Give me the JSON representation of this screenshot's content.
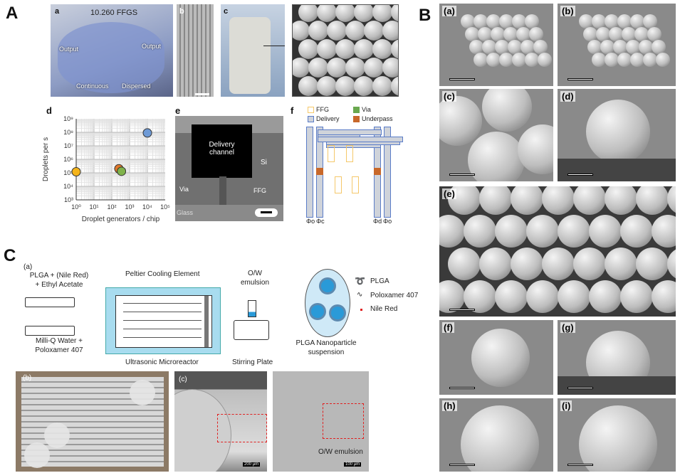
{
  "panelA": {
    "label": "A",
    "a": {
      "label": "a",
      "title": "10.260 FFGS",
      "ports": [
        "Output",
        "Output",
        "Continuous",
        "Dispersed"
      ]
    },
    "b": {
      "label": "b"
    },
    "c": {
      "label": "c"
    },
    "e": {
      "label": "e",
      "labels": [
        "Delivery channel",
        "Si",
        "Via",
        "FFG",
        "Glass"
      ]
    },
    "f": {
      "label": "f",
      "legend": [
        "FFG",
        "Via",
        "Delivery",
        "Underpass"
      ],
      "phi": [
        "Φo",
        "Φc",
        "Φd",
        "Φo"
      ]
    }
  },
  "chart_data": {
    "type": "scatter",
    "label": "d",
    "xlabel": "Droplet generators / chip",
    "ylabel": "Droplets per s",
    "xscale": "log",
    "yscale": "log",
    "xlim": [
      1,
      100000
    ],
    "ylim": [
      1000,
      1000000000
    ],
    "xticks": [
      "10⁰",
      "10¹",
      "10²",
      "10³",
      "10⁴",
      "10⁵"
    ],
    "yticks": [
      "10³",
      "10⁴",
      "10⁵",
      "10⁶",
      "10⁷",
      "10⁸",
      "10⁹"
    ],
    "grid": true,
    "points": [
      {
        "x": 1,
        "y": 120000,
        "color": "#f5b41a"
      },
      {
        "x": 250,
        "y": 200000,
        "color": "#e0782a"
      },
      {
        "x": 350,
        "y": 130000,
        "color": "#7fb24a"
      },
      {
        "x": 10000,
        "y": 90000000,
        "color": "#6e9ad6"
      }
    ]
  },
  "panelB": {
    "label": "B",
    "subs": [
      "(a)",
      "(b)",
      "(c)",
      "(d)",
      "(e)",
      "(f)",
      "(g)",
      "(h)",
      "(i)"
    ]
  },
  "panelC": {
    "label": "C",
    "a": {
      "label": "(a)",
      "inlet1": "PLGA + (Nile Red) + Ethyl Acetate",
      "inlet2": "Milli-Q Water + Poloxamer 407",
      "peltier": "Peltier Cooling Element",
      "reactor": "Ultrasonic Microreactor",
      "emulsion": "O/W emulsion",
      "stir": "Stirring Plate",
      "nano": "PLGA Nanoparticle suspension",
      "legend": [
        "PLGA",
        "Poloxamer 407",
        "Nile Red"
      ]
    },
    "b": {
      "label": "(b)"
    },
    "c": {
      "label": "(c)",
      "scale1": "200 μm",
      "scale2": "100 μm",
      "emulsion": "O/W emulsion"
    }
  },
  "colors": {
    "peltier": "#a8dcef",
    "plga": "#2a9ad8",
    "nile": "#e02020",
    "ffg": "#f5c86a",
    "delivery": "#cfd3da",
    "via": "#6aa84f",
    "underpass": "#c8682a"
  }
}
